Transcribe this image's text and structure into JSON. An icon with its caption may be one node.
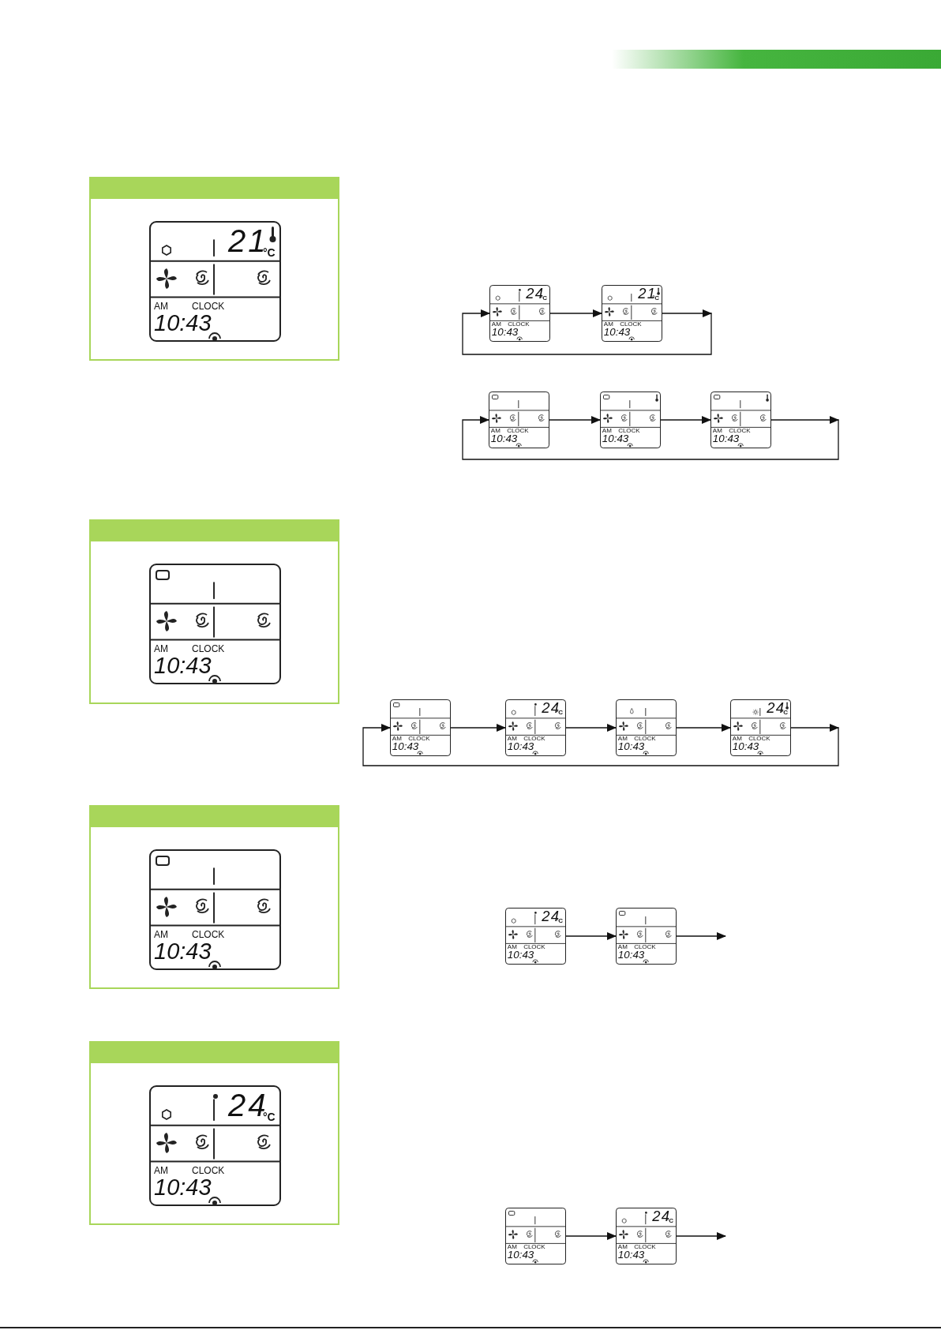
{
  "diagram": {
    "nodes": [
      {
        "text": [],
        "shape": "box"
      },
      {
        "text": [
          "21",
          "°C",
          "AM",
          "CLOCK",
          "10:43"
        ],
        "in": 0
      },
      {
        "text": [
          "24",
          "°C",
          "AM",
          "CLOCK",
          "10:43"
        ]
      },
      {
        "text": [
          "21",
          "°C",
          "AM",
          "CLOCK",
          "10:43"
        ]
      },
      {
        "text": [
          "AM",
          "CLOCK",
          "10:43"
        ]
      },
      {
        "text": [
          "AM",
          "CLOCK",
          "10:43"
        ]
      },
      {
        "text": [
          "AM",
          "CLOCK",
          "10:43"
        ]
      },
      {
        "text": [],
        "shape": "box"
      },
      {
        "text": [
          "AM",
          "CLOCK",
          "10:43"
        ],
        "in": 7
      },
      {
        "text": [
          "AM",
          "CLOCK",
          "10:43"
        ]
      },
      {
        "text": [
          "24",
          "°C",
          "AM",
          "CLOCK",
          "10:43"
        ]
      },
      {
        "text": [
          "AM",
          "CLOCK",
          "10:43"
        ]
      },
      {
        "text": [
          "24",
          "°C",
          "AM",
          "CLOCK",
          "10:43"
        ]
      },
      {
        "text": [],
        "shape": "box"
      },
      {
        "text": [
          "AM",
          "CLOCK",
          "10:43"
        ],
        "in": 13
      },
      {
        "text": [
          "24",
          "°C",
          "AM",
          "CLOCK",
          "10:43"
        ]
      },
      {
        "text": [
          "AM",
          "CLOCK",
          "10:43"
        ]
      },
      {
        "text": [],
        "shape": "box"
      },
      {
        "text": [
          "24",
          "°C",
          "AM",
          "CLOCK",
          "10:43"
        ],
        "in": 17
      },
      {
        "text": [
          "AM",
          "CLOCK",
          "10:43"
        ]
      },
      {
        "text": [
          "24",
          "°C",
          "AM",
          "CLOCK",
          "10:43"
        ]
      }
    ],
    "edges": [
      {
        "from": 2,
        "to": 3,
        "arrow": "to"
      },
      {
        "from": 3,
        "to": 2,
        "arrow": "to"
      },
      {
        "from": 4,
        "to": 5,
        "arrow": "to"
      },
      {
        "from": 5,
        "to": 6,
        "arrow": "to"
      },
      {
        "from": 6,
        "to": 4,
        "arrow": "to"
      },
      {
        "from": 9,
        "to": 10,
        "arrow": "to"
      },
      {
        "from": 10,
        "to": 11,
        "arrow": "to"
      },
      {
        "from": 11,
        "to": 12,
        "arrow": "to"
      },
      {
        "from": 12,
        "to": 9,
        "arrow": "to"
      },
      {
        "from": 15,
        "to": 16,
        "arrow": "to"
      },
      {
        "from": 16,
        "to": null,
        "arrow": "to"
      },
      {
        "from": 19,
        "to": 20,
        "arrow": "to"
      },
      {
        "from": 20,
        "to": null,
        "arrow": "to"
      }
    ]
  }
}
